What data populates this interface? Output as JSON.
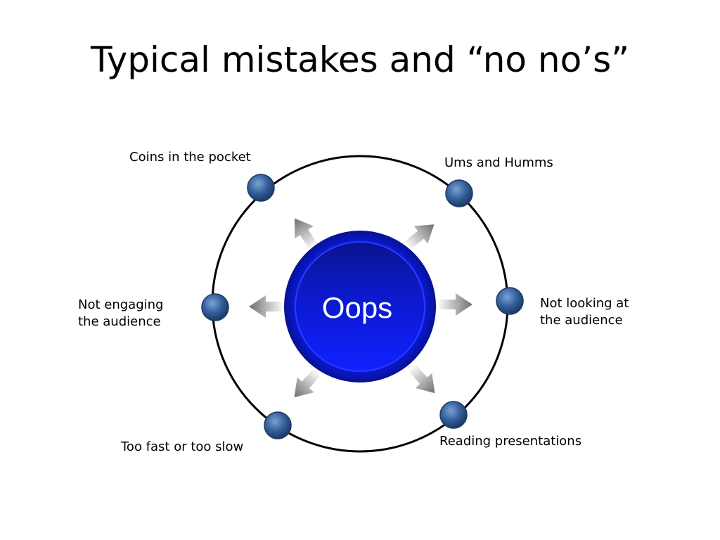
{
  "slide": {
    "title": "Typical mistakes and “no no’s”"
  },
  "diagram": {
    "center_label": "Oops",
    "items": [
      {
        "label": "Coins in the pocket"
      },
      {
        "label": "Ums and Humms"
      },
      {
        "label": "Not engaging the audience"
      },
      {
        "label": "Not looking at the audience"
      },
      {
        "label": "Too fast or too slow"
      },
      {
        "label": "Reading presentations"
      }
    ]
  },
  "colors": {
    "center_fill": "#0a1adf",
    "center_dark": "#06108a",
    "node_fill": "#2f5a95",
    "ring": "#000000"
  }
}
